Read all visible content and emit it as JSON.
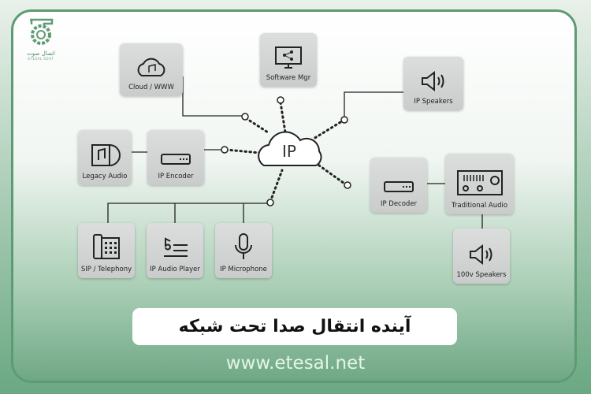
{
  "logo": {
    "name_fa": "اتصال صوت",
    "name_en": "ETESAL SOUT"
  },
  "center": {
    "label": "IP"
  },
  "nodes": {
    "cloud": "Cloud / WWW",
    "software": "Software Mgr",
    "ip_speakers": "IP Speakers",
    "legacy": "Legacy Audio",
    "encoder": "IP Encoder",
    "decoder": "IP Decoder",
    "traditional": "Traditional Audio",
    "sip": "SIP / Telephony",
    "player": "IP Audio Player",
    "mic": "IP Microphone",
    "speakers100v": "100v Speakers"
  },
  "title": "آینده انتقال صدا تحت شبکه",
  "url": "www.etesal.net",
  "colors": {
    "accent": "#5e9b74",
    "box": "#d3d6d5"
  }
}
